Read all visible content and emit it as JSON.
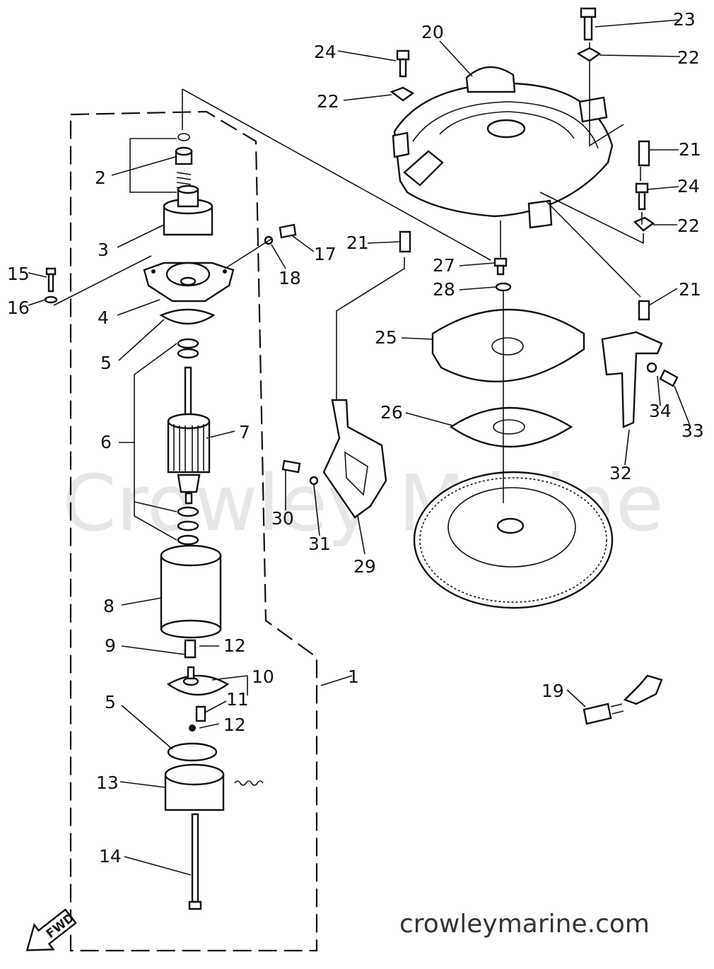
{
  "watermark": "Crowley Marine",
  "website": "crowleymarine.com",
  "fwd_label": "FWD",
  "labels": {
    "p1": "1",
    "p2": "2",
    "p3": "3",
    "p4": "4",
    "p5a": "5",
    "p5b": "5",
    "p6": "6",
    "p7": "7",
    "p8": "8",
    "p9": "9",
    "p10": "10",
    "p11": "11",
    "p12a": "12",
    "p12b": "12",
    "p13": "13",
    "p14": "14",
    "p15": "15",
    "p16": "16",
    "p17": "17",
    "p18": "18",
    "p19": "19",
    "p20": "20",
    "p21a": "21",
    "p21b": "21",
    "p21c": "21",
    "p22a": "22",
    "p22b": "22",
    "p22c": "22",
    "p23": "23",
    "p24a": "24",
    "p24b": "24",
    "p25": "25",
    "p26": "26",
    "p27": "27",
    "p28": "28",
    "p29": "29",
    "p30": "30",
    "p31": "31",
    "p32": "32",
    "p33": "33",
    "p34": "34"
  }
}
